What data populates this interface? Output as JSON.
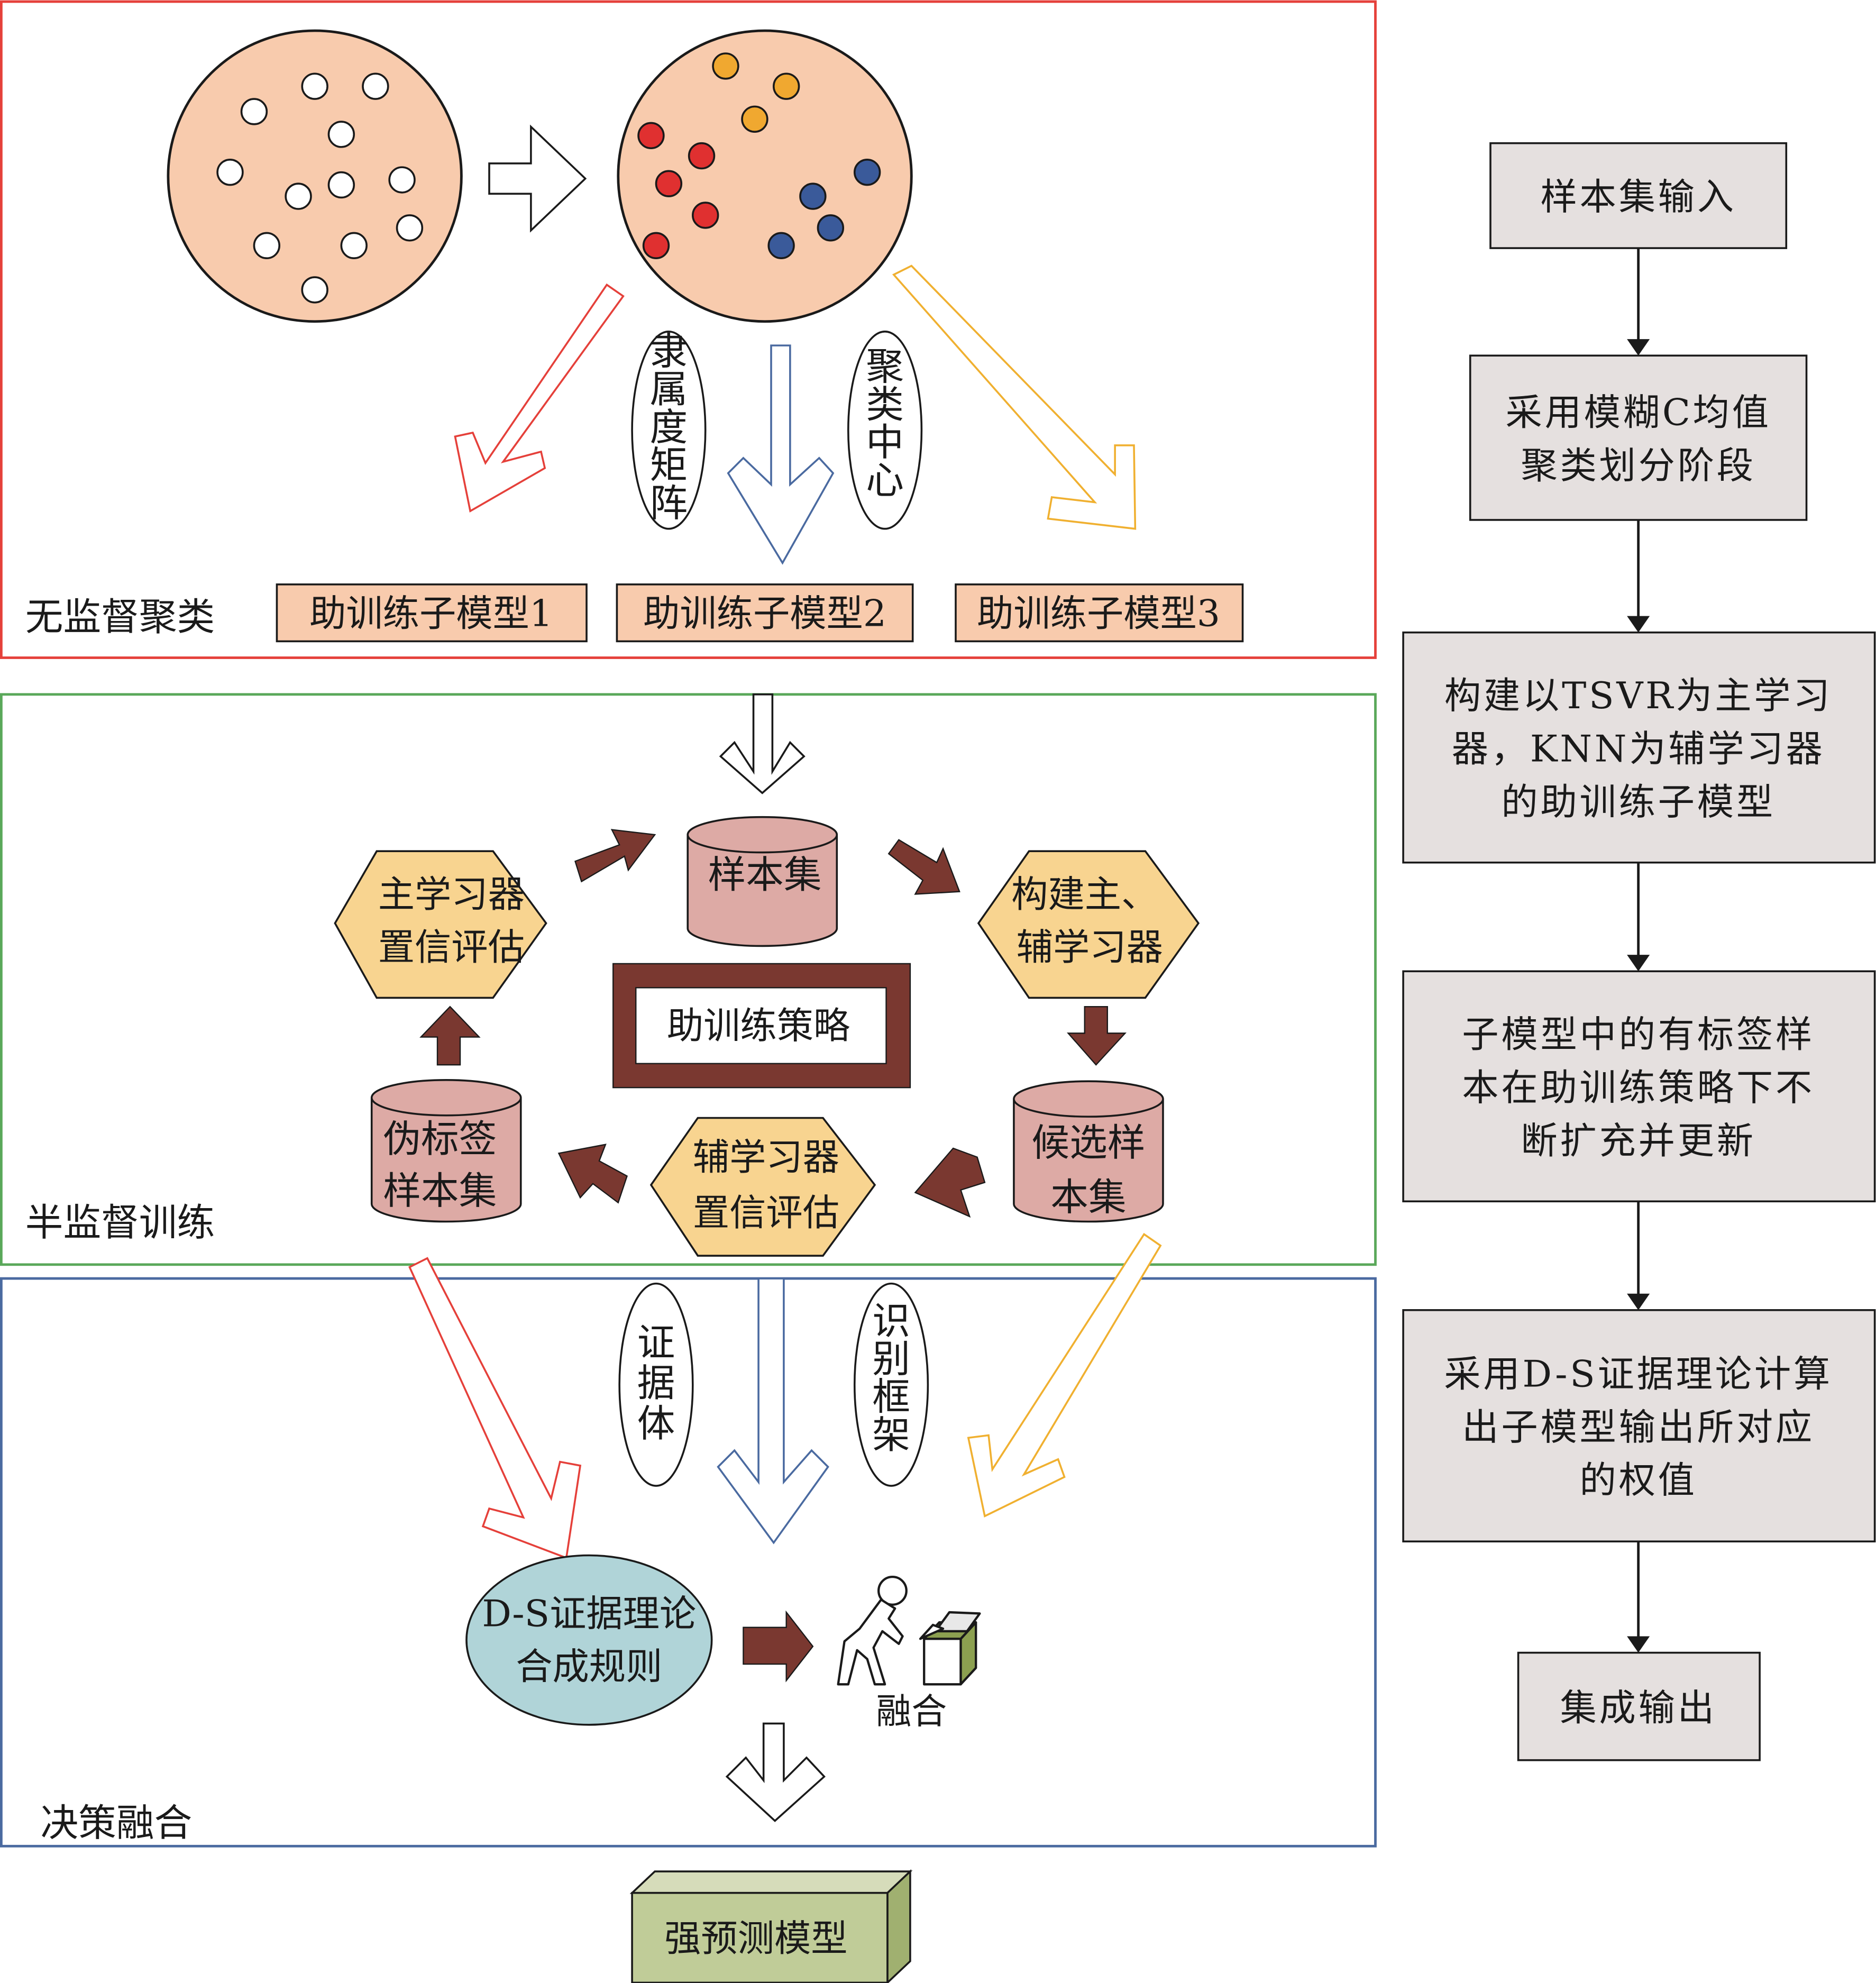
{
  "colors": {
    "section_unsupervised": "#e5403a",
    "section_semisupervised": "#5aa85a",
    "section_fusion": "#4a6aa0",
    "circle_fill": "#f8cbad",
    "dot_red": "#e03030",
    "dot_orange": "#f0a830",
    "dot_blue": "#3a5a9a",
    "arrow_red": "#e5403a",
    "arrow_blue": "#4a6aa0",
    "arrow_orange": "#f0b030",
    "cylinder_fill": "#ddaaa5",
    "hexagon_fill": "#f8d490",
    "brown_arrow": "#7a3830",
    "ds_ellipse_fill": "#b0d4d8",
    "strong_model_fill": "#c0cc98",
    "flow_box_fill": "#e5e0df"
  },
  "sections": {
    "unsupervised": {
      "label": "无监督聚类",
      "ellipse_left": "隶属度矩阵",
      "ellipse_right": "聚类中心",
      "submodels": [
        "助训练子模型1",
        "助训练子模型2",
        "助训练子模型3"
      ]
    },
    "semisupervised": {
      "label": "半监督训练",
      "center_box": "助训练策略",
      "sample_set": "样本集",
      "build_learners": [
        "构建主、",
        "辅学习器"
      ],
      "candidate_set": [
        "候选样",
        "本集"
      ],
      "aux_eval": [
        "辅学习器",
        "置信评估"
      ],
      "pseudo_set": [
        "伪标签",
        "样本集"
      ],
      "main_eval": [
        "主学习器",
        "置信评估"
      ]
    },
    "fusion": {
      "label": "决策融合",
      "ellipse_left": "证据体",
      "ellipse_right": "识别框架",
      "ds_rule": [
        "D-S证据理论",
        "合成规则"
      ],
      "fusion_label": "融合",
      "output": "强预测模型"
    }
  },
  "flowchart": {
    "steps": [
      [
        "样本集输入"
      ],
      [
        "采用模糊C均值",
        "聚类划分阶段"
      ],
      [
        "构建以TSVR为主学习",
        "器，KNN为辅学习器",
        "的助训练子模型"
      ],
      [
        "子模型中的有标签样",
        "本在助训练策略下不",
        "断扩充并更新"
      ],
      [
        "采用D-S证据理论计算",
        "出子模型输出所对应",
        "的权值"
      ],
      [
        "集成输出"
      ]
    ]
  },
  "icons": {
    "right_arrow": "hollow-right-arrow-icon",
    "down_arrow": "hollow-down-arrow-icon",
    "fusion": "person-packing-box-icon"
  }
}
